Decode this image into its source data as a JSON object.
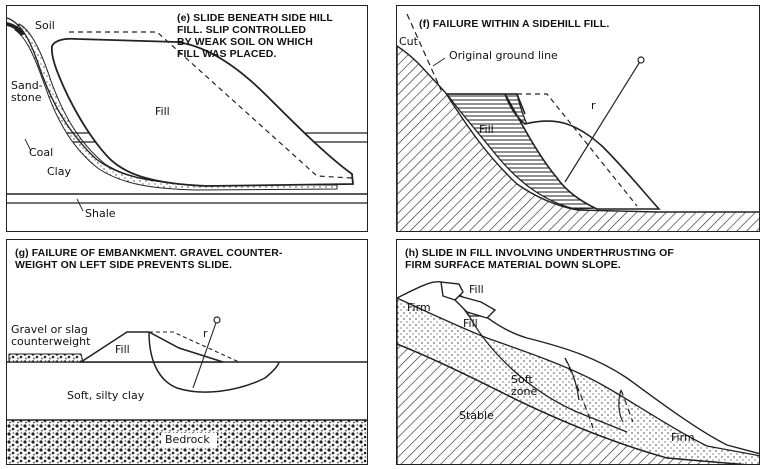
{
  "panel_e": {
    "title": "(e) SLIDE BENEATH SIDE HILL\nFILL. SLIP CONTROLLED\nBY WEAK SOIL ON WHICH\nFILL WAS PLACED.",
    "labels": {
      "soil": "Soil",
      "sandstone": "Sand-\nstone",
      "fill": "Fill",
      "coal": "Coal",
      "clay": "Clay",
      "shale": "Shale"
    }
  },
  "panel_f": {
    "title": "(f) FAILURE WITHIN A SIDEHILL FILL.",
    "labels": {
      "cut": "Cut",
      "original_ground_line": "Original ground line",
      "fill": "Fill",
      "radius": "r"
    }
  },
  "panel_g": {
    "title": "(g) FAILURE OF EMBANKMENT. GRAVEL COUNTER-\nWEIGHT ON LEFT SIDE PREVENTS SLIDE.",
    "labels": {
      "counterweight": "Gravel or slag\ncounterweight",
      "fill": "Fill",
      "radius": "r",
      "clay": "Soft, silty clay",
      "bedrock": "Bedrock"
    }
  },
  "panel_h": {
    "title": "(h) SLIDE IN FILL INVOLVING UNDERTHRUSTING OF\nFIRM SURFACE MATERIAL DOWN SLOPE.",
    "labels": {
      "fill_top": "Fill",
      "fill_mid": "Fill",
      "firm_top": "Firm",
      "soft_zone": "Soft\nzone",
      "stable": "Stable",
      "firm_bottom": "Firm"
    }
  }
}
